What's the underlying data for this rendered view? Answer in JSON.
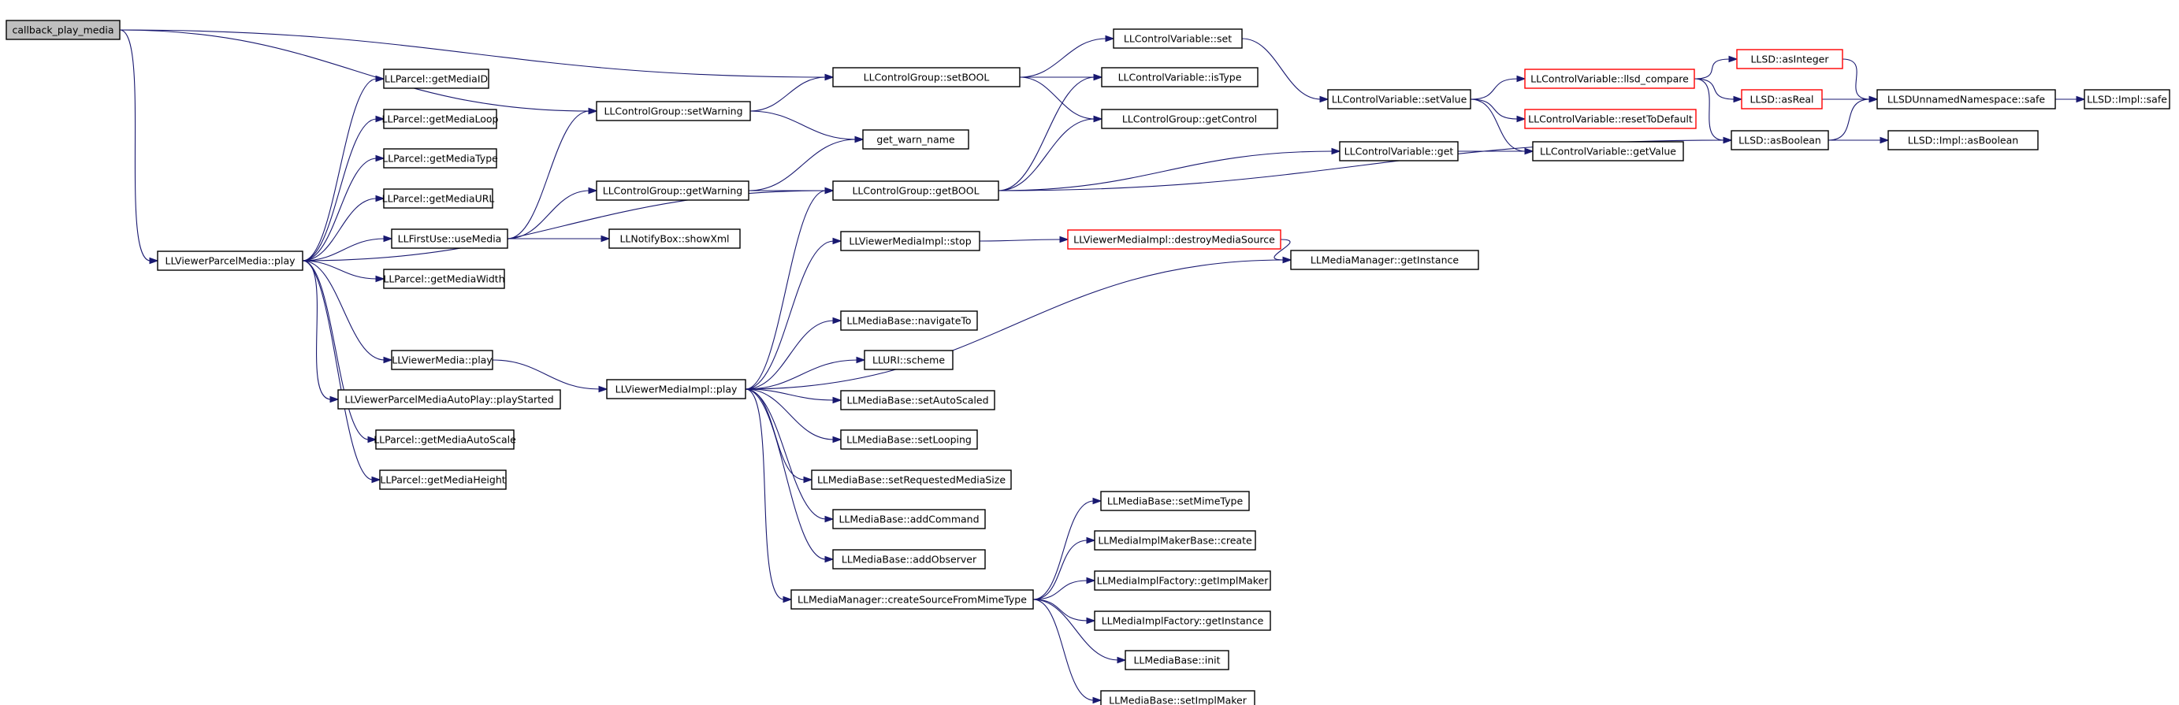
{
  "graph": {
    "title": "",
    "colors": {
      "edge": "#191970",
      "node_border": "#000000",
      "truncated_border": "#ff0000",
      "root_fill": "#bfbfbf",
      "node_fill": "#ffffff"
    },
    "nodes": [
      {
        "id": "n0",
        "label": "callback_play_media",
        "style": "root"
      },
      {
        "id": "n1",
        "label": "LLViewerParcelMedia::play",
        "style": "normal"
      },
      {
        "id": "n2",
        "label": "LLControlGroup::setBOOL",
        "style": "normal"
      },
      {
        "id": "n3",
        "label": "LLControlGroup::setWarning",
        "style": "normal"
      },
      {
        "id": "n4",
        "label": "LLParcel::getMediaID",
        "style": "normal"
      },
      {
        "id": "n5",
        "label": "LLParcel::getMediaLoop",
        "style": "normal"
      },
      {
        "id": "n6",
        "label": "LLParcel::getMediaType",
        "style": "normal"
      },
      {
        "id": "n7",
        "label": "LLParcel::getMediaURL",
        "style": "normal"
      },
      {
        "id": "n8",
        "label": "LLFirstUse::useMedia",
        "style": "normal"
      },
      {
        "id": "n9",
        "label": "LLParcel::getMediaWidth",
        "style": "normal"
      },
      {
        "id": "n10",
        "label": "LLViewerMedia::play",
        "style": "normal"
      },
      {
        "id": "n11",
        "label": "LLViewerParcelMediaAutoPlay::playStarted",
        "style": "normal"
      },
      {
        "id": "n12",
        "label": "LLParcel::getMediaAutoScale",
        "style": "normal"
      },
      {
        "id": "n13",
        "label": "LLParcel::getMediaHeight",
        "style": "normal"
      },
      {
        "id": "n14",
        "label": "LLControlGroup::getWarning",
        "style": "normal"
      },
      {
        "id": "n15",
        "label": "LLNotifyBox::showXml",
        "style": "normal"
      },
      {
        "id": "n16",
        "label": "LLViewerMediaImpl::play",
        "style": "normal"
      },
      {
        "id": "n17",
        "label": "get_warn_name",
        "style": "normal"
      },
      {
        "id": "n18",
        "label": "LLControlGroup::getBOOL",
        "style": "normal"
      },
      {
        "id": "n19",
        "label": "LLViewerMediaImpl::stop",
        "style": "normal"
      },
      {
        "id": "n20",
        "label": "LLMediaBase::navigateTo",
        "style": "normal"
      },
      {
        "id": "n21",
        "label": "LLURI::scheme",
        "style": "normal"
      },
      {
        "id": "n22",
        "label": "LLMediaBase::setAutoScaled",
        "style": "normal"
      },
      {
        "id": "n23",
        "label": "LLMediaBase::setLooping",
        "style": "normal"
      },
      {
        "id": "n24",
        "label": "LLMediaBase::setRequestedMediaSize",
        "style": "normal"
      },
      {
        "id": "n25",
        "label": "LLMediaBase::addCommand",
        "style": "normal"
      },
      {
        "id": "n26",
        "label": "LLMediaBase::addObserver",
        "style": "normal"
      },
      {
        "id": "n27",
        "label": "LLMediaManager::createSourceFromMimeType",
        "style": "normal"
      },
      {
        "id": "n28",
        "label": "LLControlVariable::set",
        "style": "normal"
      },
      {
        "id": "n29",
        "label": "LLControlVariable::isType",
        "style": "normal"
      },
      {
        "id": "n30",
        "label": "LLControlGroup::getControl",
        "style": "normal"
      },
      {
        "id": "n31",
        "label": "LLViewerMediaImpl::destroyMediaSource",
        "style": "truncated"
      },
      {
        "id": "n32",
        "label": "LLMediaBase::setMimeType",
        "style": "normal"
      },
      {
        "id": "n33",
        "label": "LLMediaImplMakerBase::create",
        "style": "normal"
      },
      {
        "id": "n34",
        "label": "LLMediaImplFactory::getImplMaker",
        "style": "normal"
      },
      {
        "id": "n35",
        "label": "LLMediaImplFactory::getInstance",
        "style": "normal"
      },
      {
        "id": "n36",
        "label": "LLMediaBase::init",
        "style": "normal"
      },
      {
        "id": "n37",
        "label": "LLMediaBase::setImplMaker",
        "style": "normal"
      },
      {
        "id": "n38",
        "label": "LLControlVariable::setValue",
        "style": "normal"
      },
      {
        "id": "n39",
        "label": "LLControlVariable::get",
        "style": "normal"
      },
      {
        "id": "n40",
        "label": "LLMediaManager::getInstance",
        "style": "normal"
      },
      {
        "id": "n41",
        "label": "LLControlVariable::llsd_compare",
        "style": "truncated"
      },
      {
        "id": "n42",
        "label": "LLControlVariable::resetToDefault",
        "style": "truncated"
      },
      {
        "id": "n43",
        "label": "LLControlVariable::getValue",
        "style": "normal"
      },
      {
        "id": "n44",
        "label": "LLSD::asInteger",
        "style": "truncated"
      },
      {
        "id": "n45",
        "label": "LLSD::asReal",
        "style": "truncated"
      },
      {
        "id": "n46",
        "label": "LLSD::asBoolean",
        "style": "normal"
      },
      {
        "id": "n47",
        "label": "LLSDUnnamedNamespace::safe",
        "style": "normal"
      },
      {
        "id": "n48",
        "label": "LLSD::Impl::asBoolean",
        "style": "normal"
      },
      {
        "id": "n49",
        "label": "LLSD::Impl::safe",
        "style": "normal"
      }
    ]
  }
}
